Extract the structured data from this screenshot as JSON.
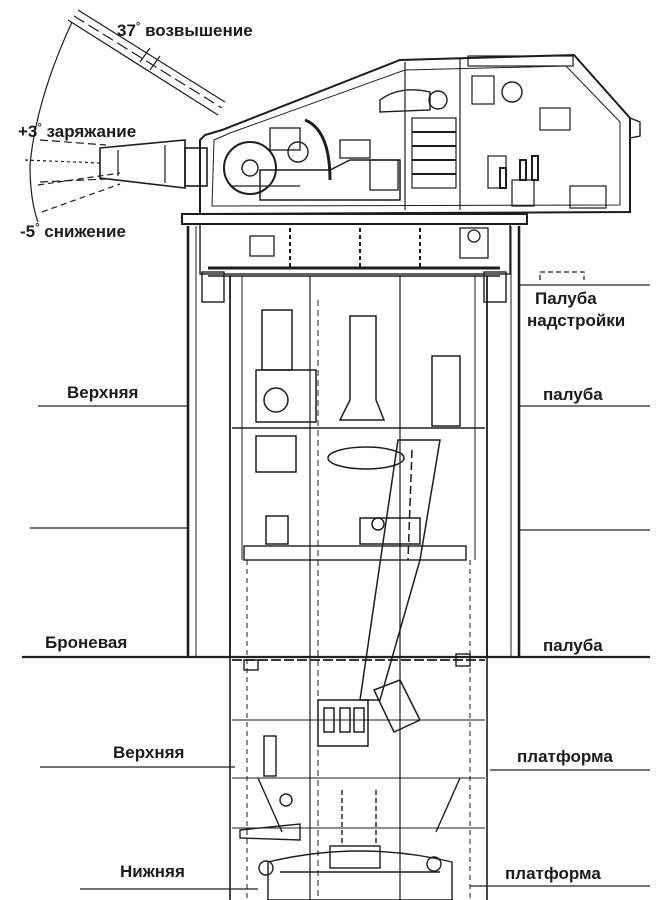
{
  "elevation_labels": {
    "max_elevation": {
      "deg": "37",
      "unit": "°",
      "text": "возвышение"
    },
    "loading": {
      "deg": "+3",
      "unit": "°",
      "text": "заряжание"
    },
    "depression": {
      "deg": "-5",
      "unit": "°",
      "text": "снижение"
    }
  },
  "deck_labels": {
    "superstructure_deck": {
      "line1": "Палуба",
      "line2": "надстройки"
    },
    "upper_deck": {
      "left": "Верхняя",
      "right": "палуба"
    },
    "armored_deck": {
      "left": "Броневая",
      "right": "палуба"
    },
    "upper_platform": {
      "left": "Верхняя",
      "right": "платформа"
    },
    "lower_platform": {
      "left": "Нижняя",
      "right": "платформа"
    }
  },
  "colors": {
    "ink": "#1d1d1d",
    "background": "#ffffff"
  }
}
